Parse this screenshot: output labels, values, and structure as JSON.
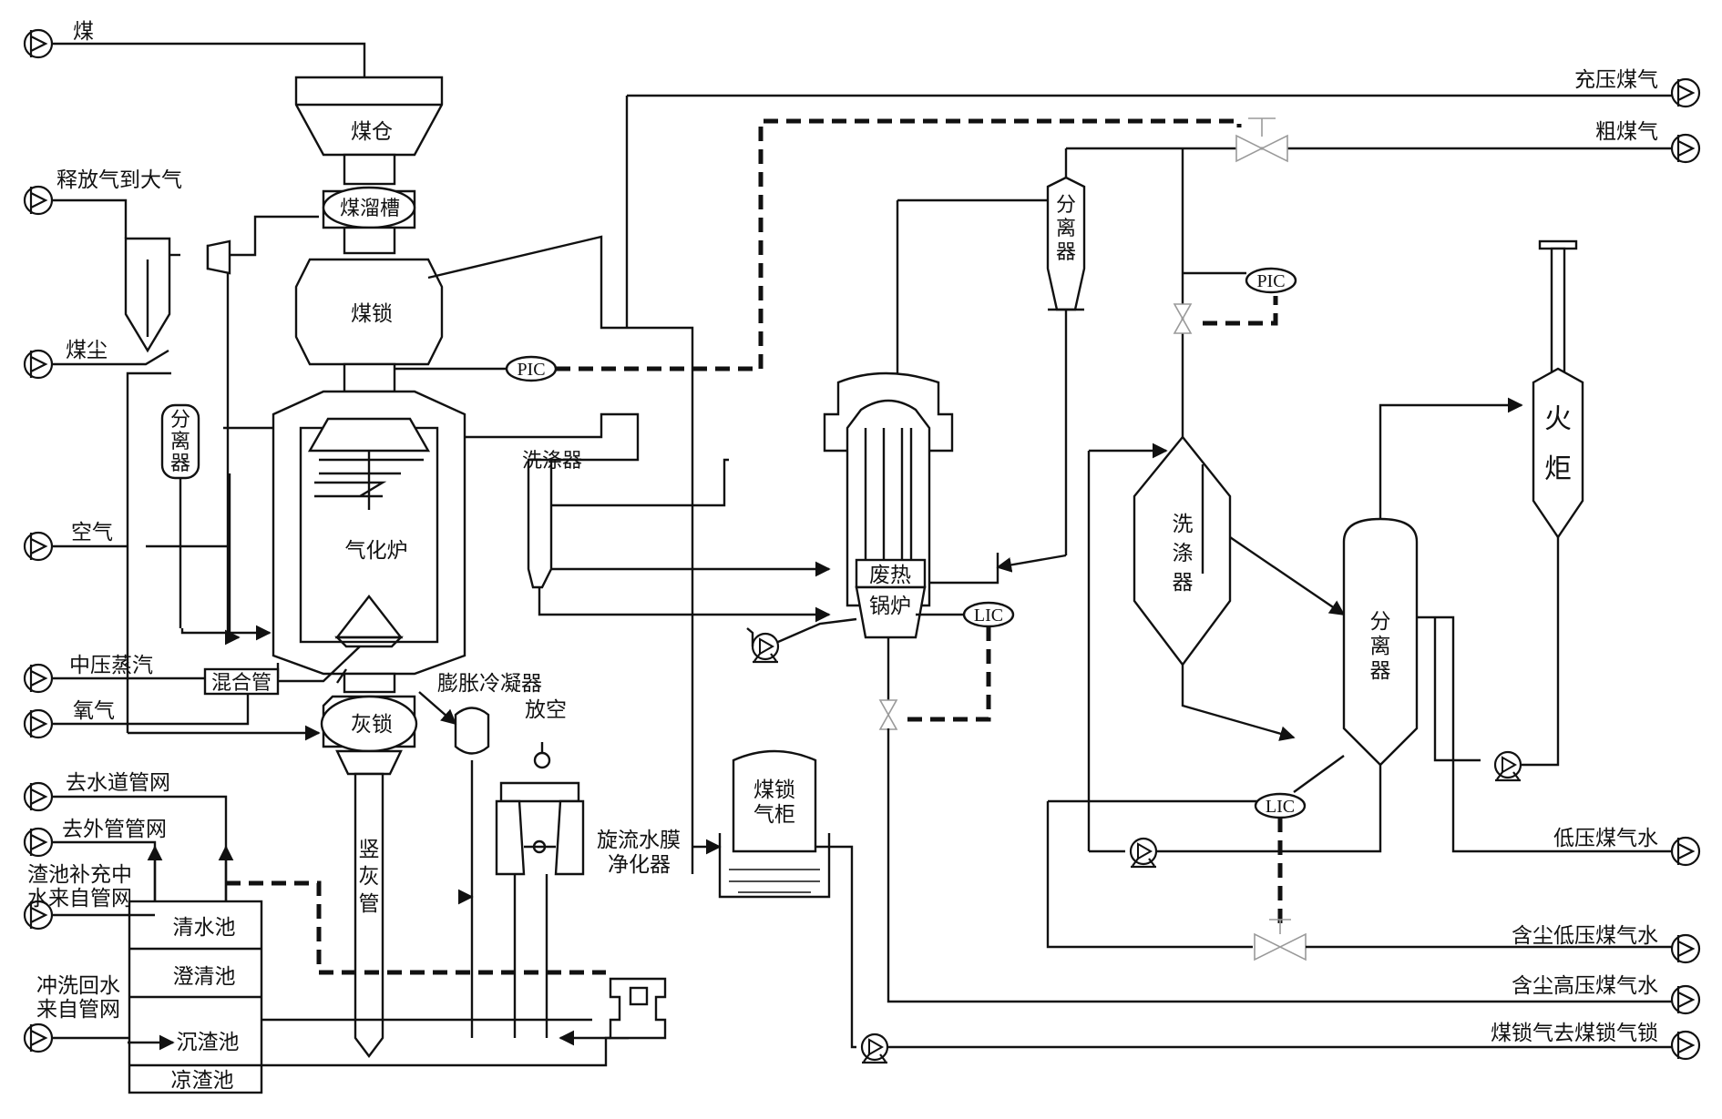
{
  "streams": {
    "coal": "煤",
    "vent_atm": "释放气到大气",
    "coal_dust": "煤尘",
    "air": "空气",
    "mp_steam": "中压蒸汽",
    "oxygen": "氧气",
    "to_sewer": "去水道管网",
    "to_ext_pipe": "去外管管网",
    "pool_makeup_1": "渣池补充中",
    "pool_makeup_2": "水来自管网",
    "flush_return_1": "冲洗回水",
    "flush_return_2": "来自管网",
    "pressurized_gas": "充压煤气",
    "raw_gas": "粗煤气",
    "lp_gas_water": "低压煤气水",
    "dusty_lp_water": "含尘低压煤气水",
    "dusty_hp_water": "含尘高压煤气水",
    "lock_gas": "煤锁气去煤锁气锁",
    "vent_air": "放空"
  },
  "equipment": {
    "coal_bunker": "煤仓",
    "coal_chute": "煤溜槽",
    "coal_lock": "煤锁",
    "gasifier": "气化炉",
    "ash_lock": "灰锁",
    "mixing_pipe": "混合管",
    "separator_left": [
      "分",
      "离",
      "器"
    ],
    "scrubber_small": "洗涤器",
    "expansion_condenser": "膨胀冷凝器",
    "vertical_ash_pipe": [
      "竖",
      "灰",
      "管"
    ],
    "clear_pool": "清水池",
    "settling_pool": "澄清池",
    "slag_pool": "沉渣池",
    "cool_slag_pool": "凉渣池",
    "cyclone_1": "旋流水膜",
    "cyclone_2": "净化器",
    "gasholder_1": "煤锁",
    "gasholder_2": "气柜",
    "waste_heat_1": "废热",
    "waste_heat_2": "锅炉",
    "separator_top": [
      "分",
      "离",
      "器"
    ],
    "scrubber_big": [
      "洗",
      "涤",
      "器"
    ],
    "separator_big": [
      "分",
      "离",
      "器"
    ],
    "flare": [
      "火",
      "炬"
    ]
  },
  "instruments": {
    "pic_1": "PIC",
    "pic_2": "PIC",
    "lic_1": "LIC",
    "lic_2": "LIC"
  }
}
